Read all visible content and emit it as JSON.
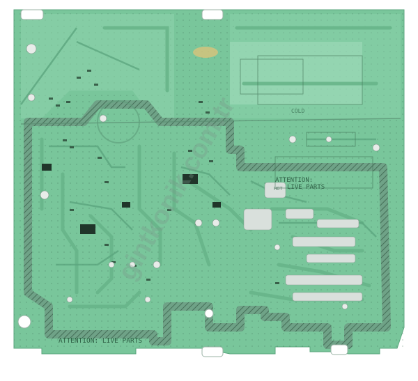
{
  "board": {
    "labels": {
      "attention_bottom": "ATTENTION: LIVE PARTS",
      "attention_right_line1": "ATTENTION:",
      "attention_right_line2": "LIVE PARTS",
      "hot": "HOT",
      "cold": "COLD"
    },
    "watermark": "gintkonik.com.tr",
    "colors": {
      "pcb_green": "#77c79a",
      "pcb_light": "#9ddab8",
      "hatch_dark": "#4f7e63",
      "silkscreen": "#2f5f45",
      "pad_silver": "#d9dfdb"
    }
  }
}
